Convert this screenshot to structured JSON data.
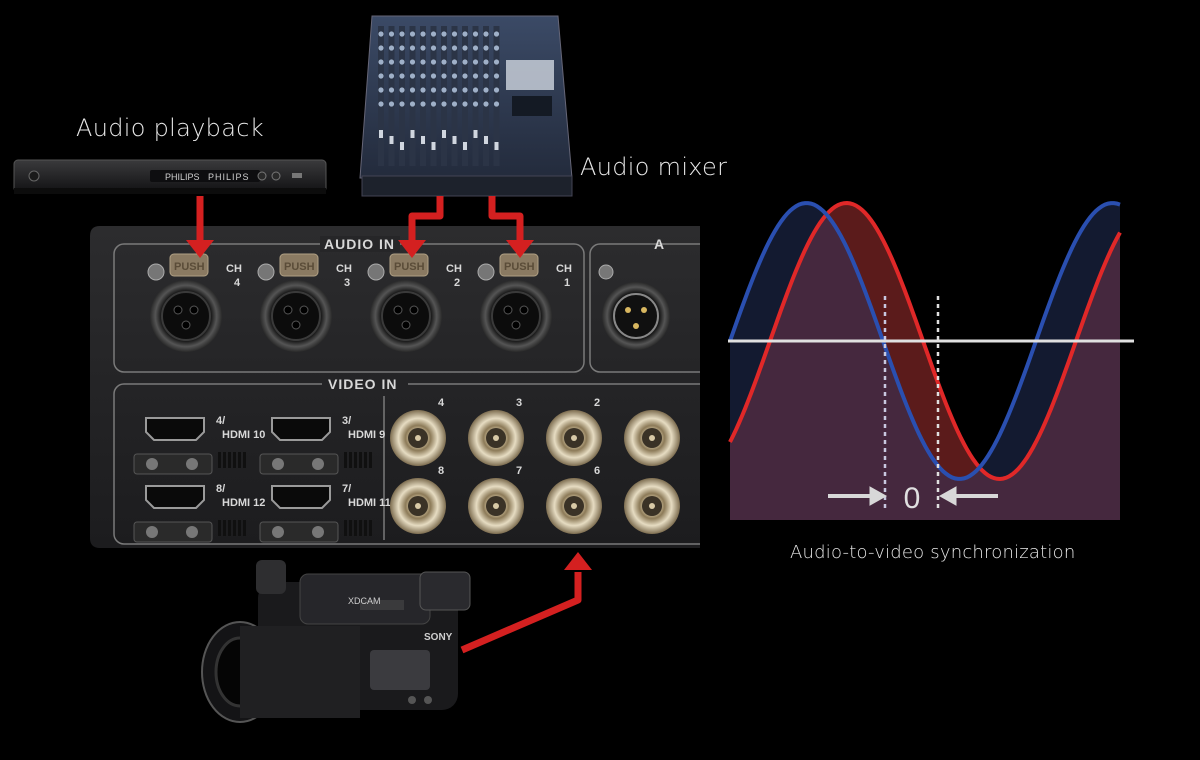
{
  "labels": {
    "audio_playback": "Audio playback",
    "audio_mixer": "Audio mixer",
    "sync": "Audio-to-video synchronization",
    "offset": "0"
  },
  "panel": {
    "audio_in": "AUDIO IN",
    "video_in": "VIDEO IN",
    "push": "PUSH",
    "channels": [
      "CH 4",
      "CH 3",
      "CH 2",
      "CH 1"
    ],
    "hdmi_top": [
      "4/HDMI 10",
      "3/HDMI 9"
    ],
    "hdmi_bottom": [
      "8/HDMI 12",
      "7/HDMI 11"
    ],
    "bnc_top": [
      "4",
      "3",
      "2"
    ],
    "bnc_bottom": [
      "8",
      "7",
      "6"
    ]
  },
  "devices": {
    "player_brand": "PHILIPS",
    "camera_brand": "SONY",
    "camera_model": "XDCAM"
  },
  "colors": {
    "arrow": "#d42020",
    "audio_wave": "#e02828",
    "video_wave": "#2a4fb0",
    "baseline": "#e0e0e0"
  }
}
